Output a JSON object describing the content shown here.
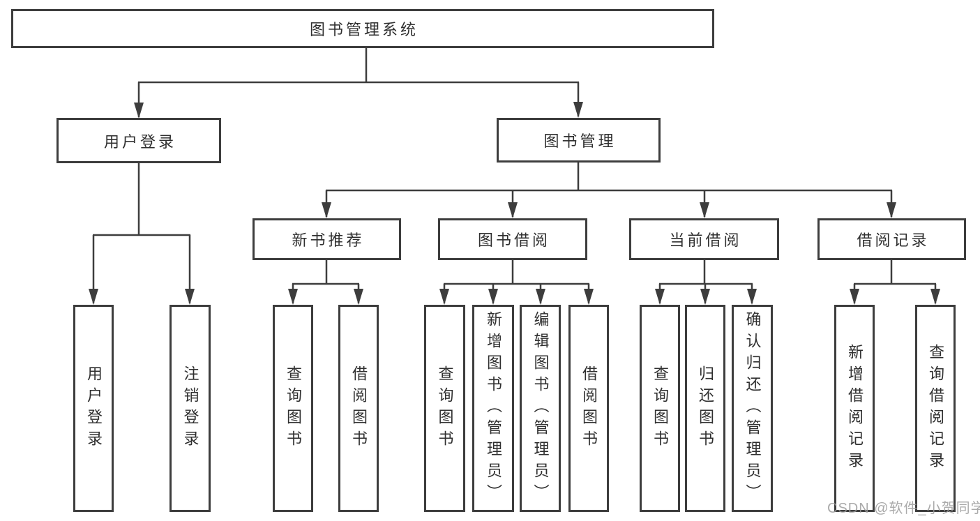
{
  "diagram": {
    "root_label": "图书管理系统",
    "login_branch": {
      "label": "用户登录",
      "leaves": [
        "用户登录",
        "注销登录"
      ]
    },
    "management_branch": {
      "label": "图书管理",
      "groups": [
        {
          "label": "新书推荐",
          "leaves": [
            "查询图书",
            "借阅图书"
          ]
        },
        {
          "label": "图书借阅",
          "leaves": [
            "查询图书",
            "新增图书（管理员）",
            "编辑图书（管理员）",
            "借阅图书"
          ]
        },
        {
          "label": "当前借阅",
          "leaves": [
            "查询图书",
            "归还图书",
            "确认归还（管理员）"
          ]
        },
        {
          "label": "借阅记录",
          "leaves": [
            "新增借阅记录",
            "查询借阅记录"
          ]
        }
      ]
    },
    "colors": {
      "line": "#3d3d3d",
      "box_border": "#3d3d3d",
      "text": "#2f2f2f",
      "background": "#ffffff",
      "watermark": "#9b9b9b"
    },
    "watermark": "CSDN @软件_小贺同学"
  }
}
